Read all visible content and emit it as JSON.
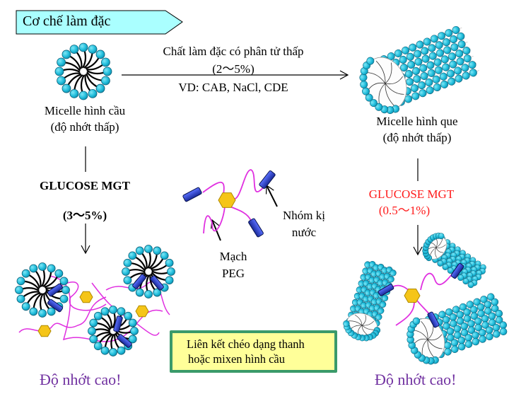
{
  "title": "Cơ chế làm đặc",
  "top_arrow": {
    "label_line1": "Chất làm đặc có phân tử thấp",
    "label_line2": "(2～5%)",
    "label_line3": "VD: CAB, NaCl, CDE"
  },
  "left_top": {
    "caption_line1": "Micelle hình cầu",
    "caption_line2": "(độ nhớt thấp)"
  },
  "right_top": {
    "caption_line1": "Micelle hình que",
    "caption_line2": "(độ nhớt thấp)"
  },
  "left_branch": {
    "agent": "GLUCOSE MGT",
    "concentration": "(3～5%)",
    "result": "Độ nhớt cao!"
  },
  "right_branch": {
    "agent": "GLUCOSE MGT",
    "concentration": "(0.5～1%)",
    "result": "Độ nhớt cao!"
  },
  "legend": {
    "hydrophobic_label_line1": "Nhóm kị",
    "hydrophobic_label_line2": "nước",
    "peg_label_line1": "Mạch",
    "peg_label_line2": "PEG"
  },
  "crosslink_box": {
    "line1": "Liên kết chéo dạng thanh",
    "line2": "hoặc mixen hình cầu"
  },
  "colors": {
    "title_fill": "#aaffff",
    "head_group": "#2ec4e0",
    "peg_chain": "#e030e0",
    "hydrophobic_group": "#2a3fc0",
    "glucose_core": "#f5c518",
    "result_text": "#7030a0",
    "highlight_text": "#ff1a1a",
    "box_fill": "#ffff99",
    "box_border": "#3a9a6a"
  }
}
